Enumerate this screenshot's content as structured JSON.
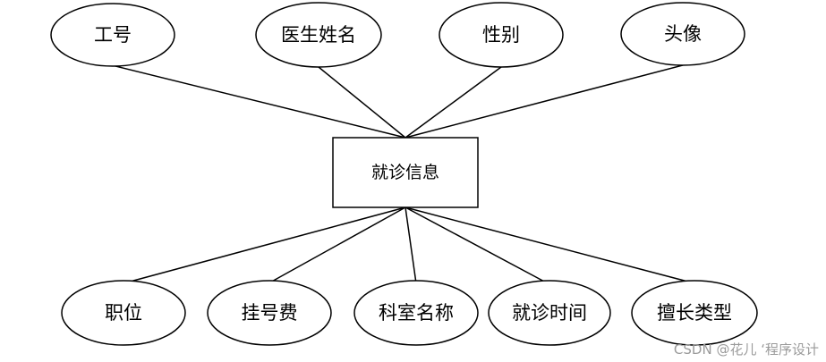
{
  "entity": {
    "label": "就诊信息"
  },
  "top_attributes": [
    {
      "label": "工号"
    },
    {
      "label": "医生姓名"
    },
    {
      "label": "性别"
    },
    {
      "label": "头像"
    }
  ],
  "bottom_attributes": [
    {
      "label": "职位"
    },
    {
      "label": "挂号费"
    },
    {
      "label": "科室名称"
    },
    {
      "label": "就诊时间"
    },
    {
      "label": "擅长类型"
    }
  ],
  "watermark": "CSDN @花儿 ‘程序设计"
}
